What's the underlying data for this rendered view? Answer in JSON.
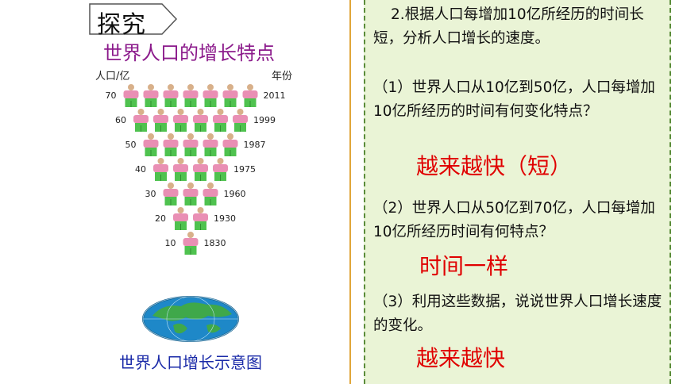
{
  "header": {
    "tag_label": "探究"
  },
  "left": {
    "title": "世界人口的增长特点",
    "caption": "世界人口增长示意图",
    "diagram": {
      "y_axis_label": "人口/亿",
      "year_label": "年份",
      "rows": [
        {
          "population": "70",
          "year": "2011",
          "figures": 7
        },
        {
          "population": "60",
          "year": "1999",
          "figures": 6
        },
        {
          "population": "50",
          "year": "1987",
          "figures": 5
        },
        {
          "population": "40",
          "year": "1975",
          "figures": 4
        },
        {
          "population": "30",
          "year": "1960",
          "figures": 3
        },
        {
          "population": "20",
          "year": "1930",
          "figures": 2
        },
        {
          "population": "10",
          "year": "1830",
          "figures": 1
        }
      ]
    }
  },
  "right": {
    "q_main": "2.根据人口每增加10亿所经历的时间长短，分析人口增长的速度。",
    "q1": "（1）世界人口从10亿到50亿，人口每增加10亿所经历的时间有何变化特点？",
    "a1": "越来越快（短）",
    "q2": "（2）世界人口从50亿到70亿，人口每增加10亿所经历时间有何特点？",
    "a2": "时间一样",
    "q3": "（3）利用这些数据，说说世界人口增长速度的变化。",
    "a3": "越来越快"
  },
  "colors": {
    "shirt": "#e98fb4",
    "pants": "#4fc24f",
    "answer": "#e00000",
    "title": "#8b1a8b",
    "caption": "#1a2aa8"
  }
}
